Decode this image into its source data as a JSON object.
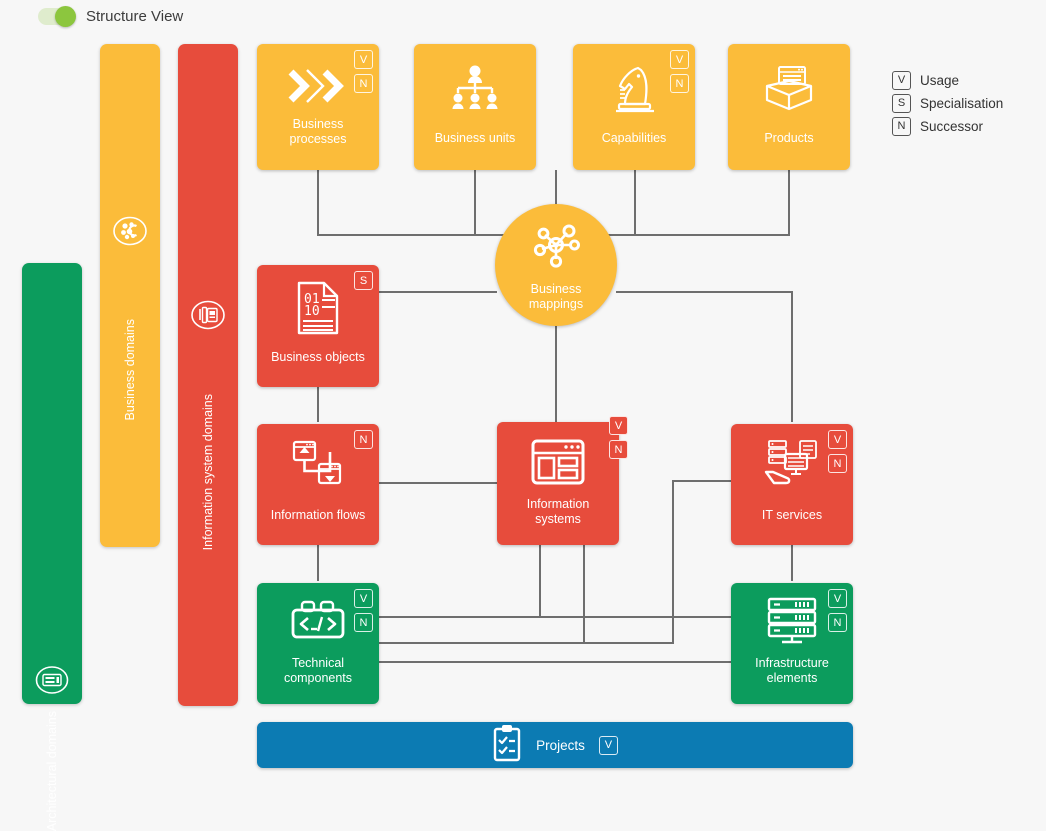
{
  "header": {
    "toggle_label": "Structure View",
    "toggle_state": "on",
    "toggle_color": "#8cc63e"
  },
  "legend": {
    "items": [
      {
        "code": "V",
        "label": "Usage"
      },
      {
        "code": "S",
        "label": "Specialisation"
      },
      {
        "code": "N",
        "label": "Successor"
      }
    ]
  },
  "colors": {
    "yellow": "#FBBC3A",
    "red": "#E74C3C",
    "green": "#0C9C5D",
    "blue": "#0C7BB3",
    "background": "#f7f7f7",
    "connector": "#6e6e6e"
  },
  "lanes": [
    {
      "label": "Architectural domains",
      "color": "#0C9C5D",
      "icon": "server-rack-circle-icon"
    },
    {
      "label": "Business domains",
      "color": "#FBBC3A",
      "icon": "molecule-circle-icon"
    },
    {
      "label": "Information system domains",
      "color": "#E74C3C",
      "icon": "application-window-circle-icon"
    }
  ],
  "cards": [
    {
      "label": "Business processes",
      "color": "#FBBC3A",
      "icon": "chevrons-right-icon",
      "badges": [
        "V",
        "N"
      ]
    },
    {
      "label": "Business units",
      "color": "#FBBC3A",
      "icon": "org-chart-icon",
      "badges": []
    },
    {
      "label": "Capabilities",
      "color": "#FBBC3A",
      "icon": "chess-knight-icon",
      "badges": [
        "V",
        "N"
      ]
    },
    {
      "label": "Products",
      "color": "#FBBC3A",
      "icon": "open-box-icon",
      "badges": []
    },
    {
      "label": "Business objects",
      "color": "#E74C3C",
      "icon": "binary-document-icon",
      "badges": [
        "S"
      ]
    },
    {
      "label": "Information flows",
      "color": "#E74C3C",
      "icon": "windows-exchange-icon",
      "badges": [
        "N"
      ]
    },
    {
      "label": "Information systems",
      "color": "#E74C3C",
      "icon": "app-window-layout-icon",
      "badges": [
        "V",
        "N"
      ]
    },
    {
      "label": "IT services",
      "color": "#E74C3C",
      "icon": "hand-servers-icon",
      "badges": [
        "V",
        "N"
      ]
    },
    {
      "label": "Technical components",
      "color": "#0C9C5D",
      "icon": "code-brick-icon",
      "badges": [
        "V",
        "N"
      ]
    },
    {
      "label": "Infrastructure elements",
      "color": "#0C9C5D",
      "icon": "server-stack-icon",
      "badges": [
        "V",
        "N"
      ]
    }
  ],
  "hub": {
    "label": "Business\nmappings",
    "label_line1": "Business",
    "label_line2": "mappings",
    "color": "#FBBC3A",
    "icon": "network-hub-icon"
  },
  "projects": {
    "label": "Projects",
    "color": "#0C7BB3",
    "icon": "clipboard-checklist-icon",
    "badges": [
      "V"
    ]
  }
}
